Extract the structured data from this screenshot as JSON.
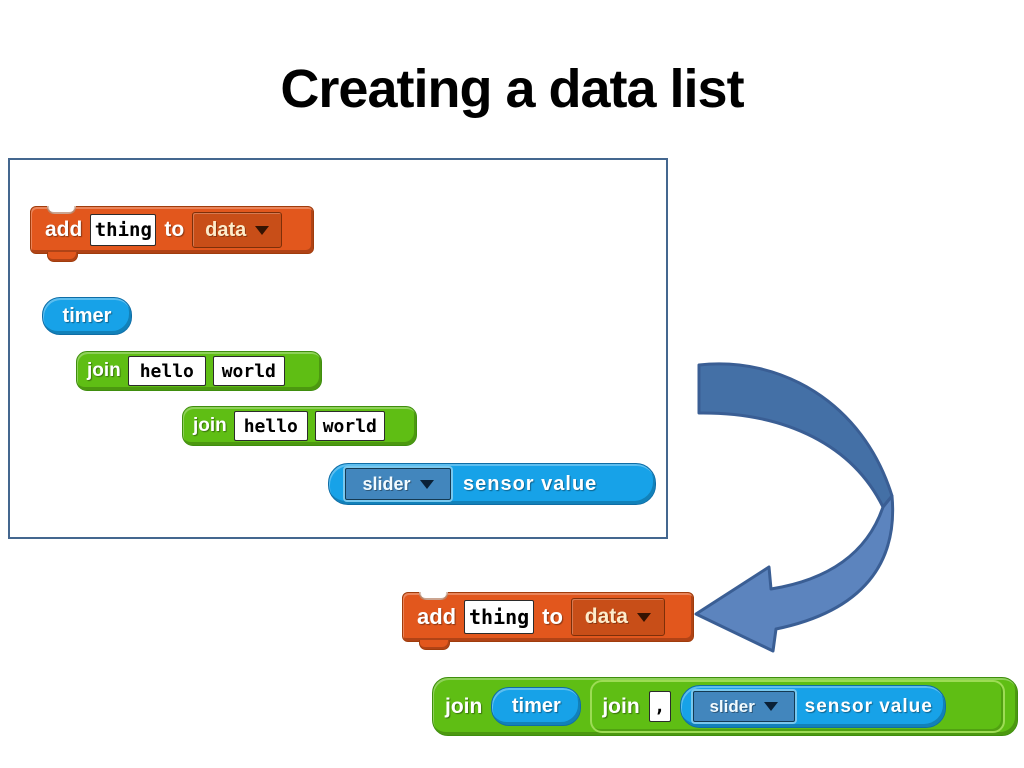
{
  "title": "Creating a data list",
  "blocks": {
    "add_top": {
      "verb": "add",
      "arg": "thing",
      "prep": "to",
      "list": "data"
    },
    "timer": {
      "label": "timer"
    },
    "join_a": {
      "op": "join",
      "arg1": "hello",
      "arg2": "world"
    },
    "join_b": {
      "op": "join",
      "arg1": "hello",
      "arg2": "world"
    },
    "sensor": {
      "dropdown": "slider",
      "label": "sensor value"
    },
    "add_bottom": {
      "verb": "add",
      "arg": "thing",
      "prep": "to",
      "list": "data"
    },
    "composite": {
      "outer_op": "join",
      "timer_label": "timer",
      "inner_op": "join",
      "separator": ",",
      "sensor_dropdown": "slider",
      "sensor_label": "sensor value"
    }
  },
  "colors": {
    "stack_orange": "#e2571d",
    "operator_green": "#5fbe14",
    "sensing_blue": "#17a2e8",
    "arrow_dark": "#4470a6",
    "arrow_light": "#5c84be",
    "arrow_outline": "#3a5e94",
    "box_border": "#44678f"
  }
}
